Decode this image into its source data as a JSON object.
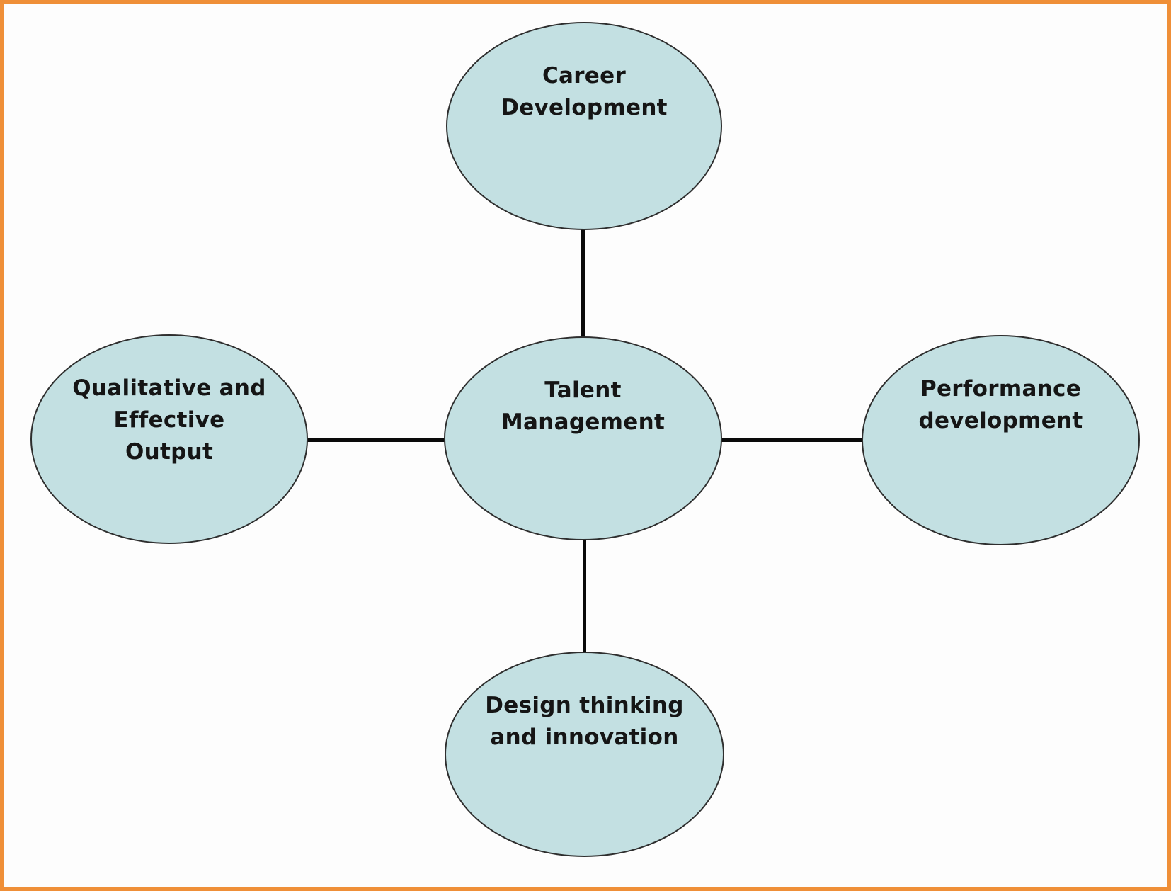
{
  "colors": {
    "frame": "#ef8f38",
    "node-fill": "#c3e0e2",
    "node-stroke": "#2e2e2e",
    "connector": "#0a0a0a",
    "label": "#151515",
    "canvas": "#fdfdfd"
  },
  "diagram": {
    "type": "radial-concept-map",
    "center_node": "Talent Management",
    "nodes": {
      "center": {
        "label": "Talent Management",
        "lines": [
          "Talent",
          "Management"
        ]
      },
      "top": {
        "label": "Career Development",
        "lines": [
          "Career",
          "Development"
        ]
      },
      "left": {
        "label": "Qualitative and Effective Output",
        "lines": [
          "Qualitative and",
          "Effective",
          "Output"
        ]
      },
      "right": {
        "label": "Performance development",
        "lines": [
          "Performance",
          "development"
        ]
      },
      "bottom": {
        "label": "Design thinking and innovation",
        "lines": [
          "Design thinking",
          "and innovation"
        ]
      }
    },
    "edges": [
      {
        "from": "center",
        "to": "top"
      },
      {
        "from": "center",
        "to": "right"
      },
      {
        "from": "center",
        "to": "bottom"
      },
      {
        "from": "center",
        "to": "left"
      }
    ]
  }
}
